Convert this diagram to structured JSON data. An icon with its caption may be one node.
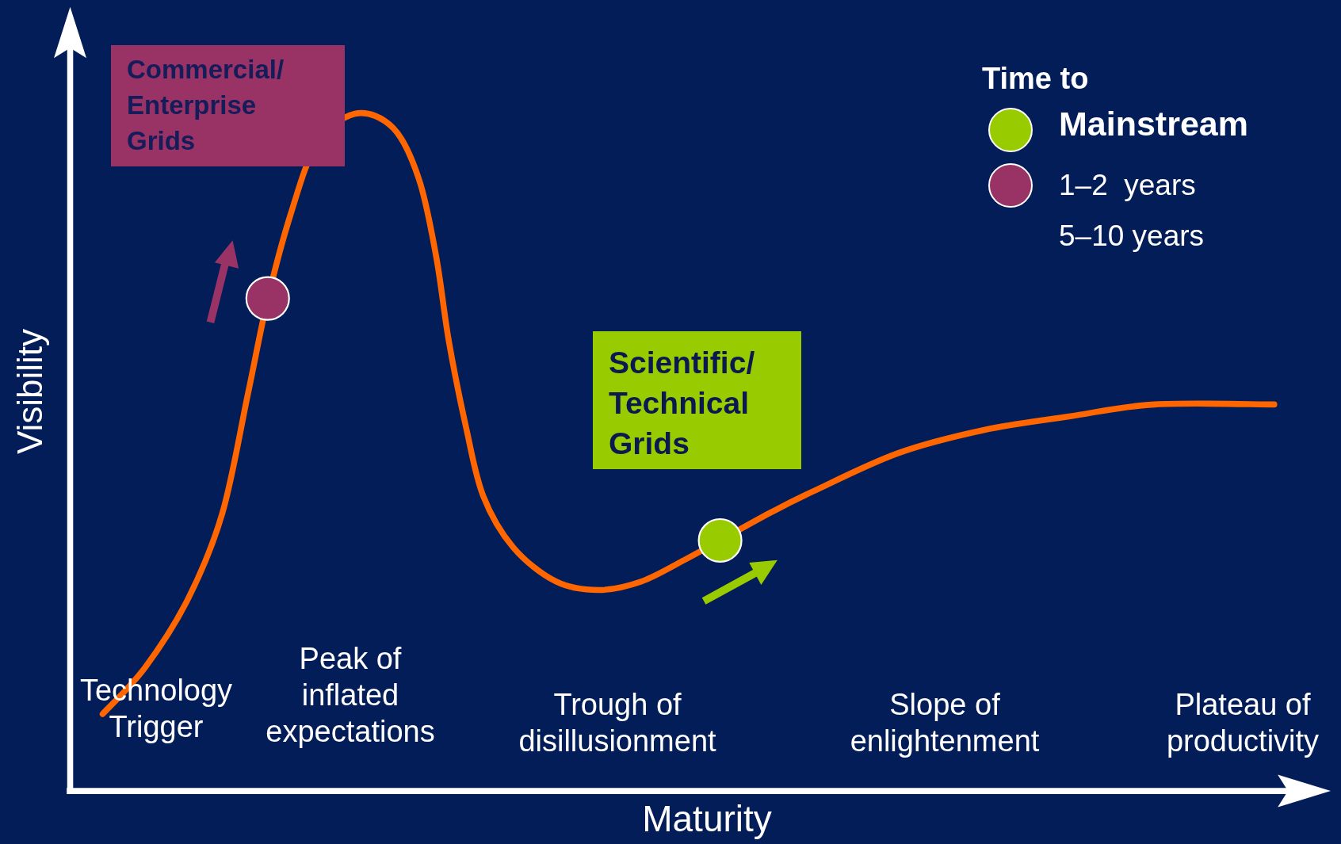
{
  "diagram": {
    "nodes": [
      {
        "text": [
          "Commercial/ Enterprise Grids"
        ]
      },
      {
        "text": [
          "Scientific/ Technical Grids"
        ]
      }
    ],
    "labels": [
      "Time to",
      "5–10 years",
      "Visibility",
      "Technology Trigger",
      "Peak of inflated expectations",
      "Trough of disillusionment",
      "Slope of enlightenment",
      "Plateau of productivity",
      "Maturity"
    ],
    "legend": [
      {
        "text": "Mainstream",
        "color": "#99cc00"
      },
      {
        "text": "1–2  years",
        "color": "#993366"
      }
    ]
  }
}
